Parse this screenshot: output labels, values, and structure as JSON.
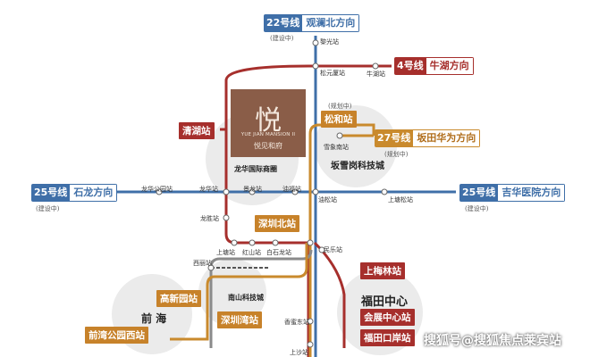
{
  "lines": {
    "l22": {
      "num": "22号线",
      "dir": "观澜北方向",
      "status": "(建设中)"
    },
    "l4": {
      "num": "4号线",
      "dir": "牛湖方向"
    },
    "l27": {
      "num": "27号线",
      "dir": "坂田华为方向",
      "status": "(规划中)"
    },
    "l25w": {
      "num": "25号线",
      "dir": "石龙方向",
      "status": "(建设中)"
    },
    "l25e": {
      "num": "25号线",
      "dir": "吉华医院方向",
      "status": "(建设中)"
    }
  },
  "stations": {
    "liguang": "黎光站",
    "songyuansha": "松元厦站",
    "niuhu": "牛湖站",
    "xuexiangnan": "雪象南站",
    "longhuagongyuan": "龙华公园站",
    "longhua": "龙华站",
    "jinglong": "景龙站",
    "youlong": "油福站",
    "yousong": "油松站",
    "shangtangsong": "上塘松站",
    "longsheng": "龙胜站",
    "shangtang": "上塘站",
    "hongshan": "红山站",
    "baishilong": "白石龙站",
    "minle": "民乐站",
    "xili": "西丽站",
    "xiangmeibei": "香蜜东站",
    "shangsha": "上沙站"
  },
  "boxes": {
    "qinghu": "清湖站",
    "songhe": "松和站",
    "songhe_status": "(规划中)",
    "shenzhenbei": "深圳北站",
    "gaoxinyuan": "高新园站",
    "shenzhenwan": "深圳湾站",
    "qianwan": "前湾公园西站",
    "shangmeilin": "上梅林站",
    "huizhan": "会展中心站",
    "futiankouan": "福田口岸站"
  },
  "areas": {
    "longhua_cbd": "龙华国际商圈",
    "bantian": "坂雪岗科技城",
    "nanshan": "南山科技城",
    "qianhai": "前 海",
    "futian": "福田中心"
  },
  "logo": {
    "glyph": "悦",
    "en": "YUE JIAN MANSION II",
    "cn": "悦见和府"
  },
  "watermark": "搜狐号@搜狐焦点莱宾站",
  "colors": {
    "line_blue": "#3f6fa8",
    "line_red": "#a62f2c",
    "line_orange": "#c98a2d",
    "line_gray": "#8a8a8a",
    "logo_brown": "#8a5d48"
  }
}
